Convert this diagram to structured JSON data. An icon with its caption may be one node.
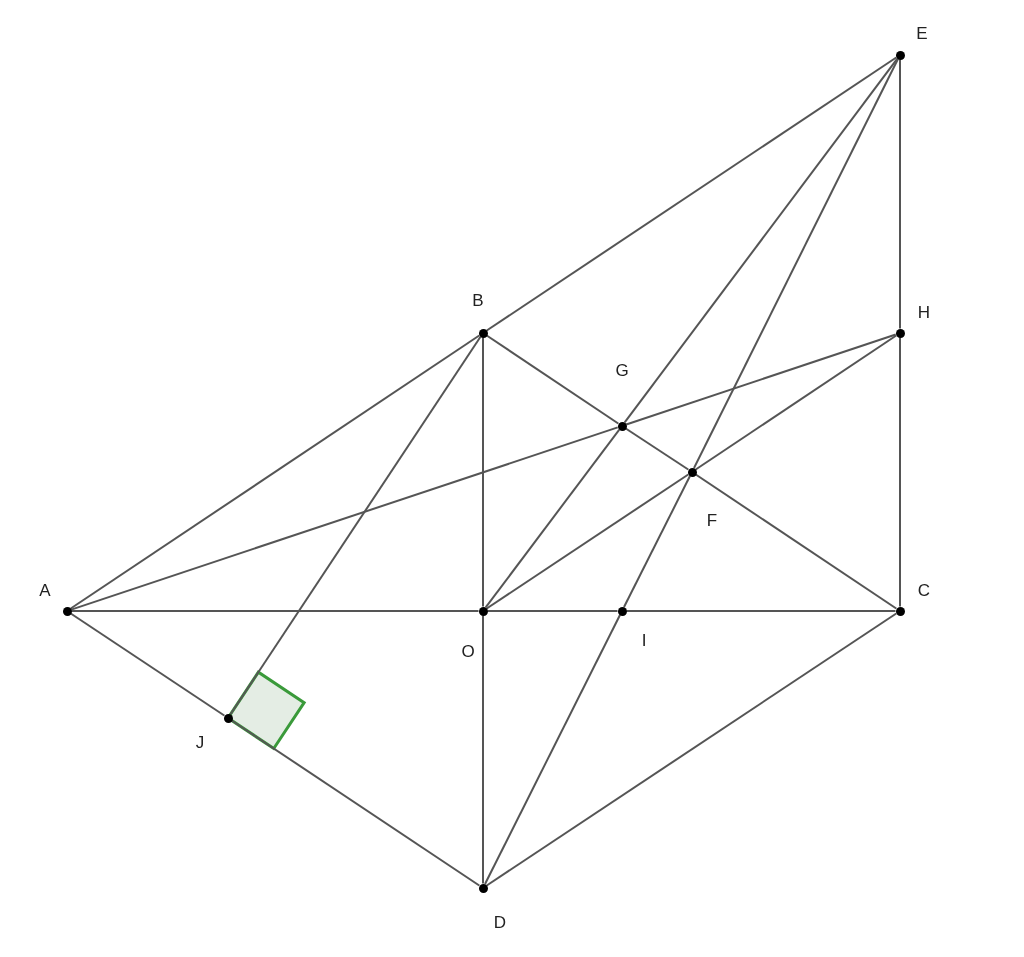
{
  "diagram": {
    "nodes": [
      {
        "text": [],
        "shape": "circle",
        "beside": [
          "E"
        ]
      },
      {
        "text": [],
        "shape": "circle",
        "beside": [
          "B"
        ]
      },
      {
        "text": [],
        "shape": "circle",
        "beside": [
          "H"
        ]
      },
      {
        "text": [],
        "shape": "circle",
        "beside": [
          "G"
        ]
      },
      {
        "text": [],
        "shape": "circle",
        "beside": [
          "F"
        ]
      },
      {
        "text": [],
        "shape": "circle",
        "beside": [
          "A"
        ]
      },
      {
        "text": [],
        "shape": "circle",
        "beside": [
          "C"
        ]
      },
      {
        "text": [],
        "shape": "circle",
        "beside": [
          "O"
        ]
      },
      {
        "text": [],
        "shape": "circle",
        "beside": [
          "I"
        ]
      },
      {
        "text": [],
        "shape": "circle",
        "beside": [
          "J"
        ]
      },
      {
        "text": [],
        "shape": "circle",
        "beside": [
          "D"
        ]
      }
    ],
    "edges": [
      {
        "from": 5,
        "to": 1,
        "arrow": "none"
      },
      {
        "from": 1,
        "to": 0,
        "arrow": "none"
      },
      {
        "from": 0,
        "to": 2,
        "arrow": "none"
      },
      {
        "from": 2,
        "to": 6,
        "arrow": "none"
      },
      {
        "from": 1,
        "to": 3,
        "arrow": "none"
      },
      {
        "from": 3,
        "to": 4,
        "arrow": "none"
      },
      {
        "from": 4,
        "to": 6,
        "arrow": "none"
      },
      {
        "from": 5,
        "to": 7,
        "arrow": "none"
      },
      {
        "from": 7,
        "to": 8,
        "arrow": "none"
      },
      {
        "from": 8,
        "to": 6,
        "arrow": "none"
      },
      {
        "from": 5,
        "to": 9,
        "arrow": "none"
      },
      {
        "from": 9,
        "to": 10,
        "arrow": "none"
      },
      {
        "from": 10,
        "to": 6,
        "arrow": "none"
      },
      {
        "from": 1,
        "to": 7,
        "arrow": "none"
      },
      {
        "from": 7,
        "to": 10,
        "arrow": "none"
      },
      {
        "from": 5,
        "to": 3,
        "arrow": "none"
      },
      {
        "from": 3,
        "to": 2,
        "arrow": "none"
      },
      {
        "from": 7,
        "to": 3,
        "arrow": "none"
      },
      {
        "from": 3,
        "to": 0,
        "arrow": "none"
      },
      {
        "from": 10,
        "to": 8,
        "arrow": "none"
      },
      {
        "from": 8,
        "to": 4,
        "arrow": "none"
      },
      {
        "from": 4,
        "to": 0,
        "arrow": "none"
      },
      {
        "from": 7,
        "to": 4,
        "arrow": "none"
      },
      {
        "from": 4,
        "to": 2,
        "arrow": "none"
      },
      {
        "from": 1,
        "to": 9,
        "arrow": "none"
      }
    ]
  }
}
